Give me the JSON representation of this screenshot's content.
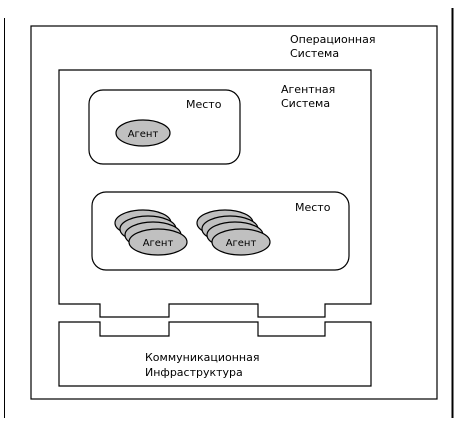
{
  "diagram": {
    "os": {
      "line1": "Операционная",
      "line2": "Система"
    },
    "agent_system": {
      "line1": "Агентная",
      "line2": "Система"
    },
    "place_top": {
      "label": "Место",
      "agent": "Агент"
    },
    "place_bottom": {
      "label": "Место",
      "agent_group_left": "Агент",
      "agent_group_right": "Агент"
    },
    "comm_infra": {
      "line1": "Коммуникационная",
      "line2": "Инфраструктура"
    }
  },
  "colors": {
    "agent_fill": "#c0c0c0",
    "stroke": "#000000",
    "background": "#ffffff"
  }
}
